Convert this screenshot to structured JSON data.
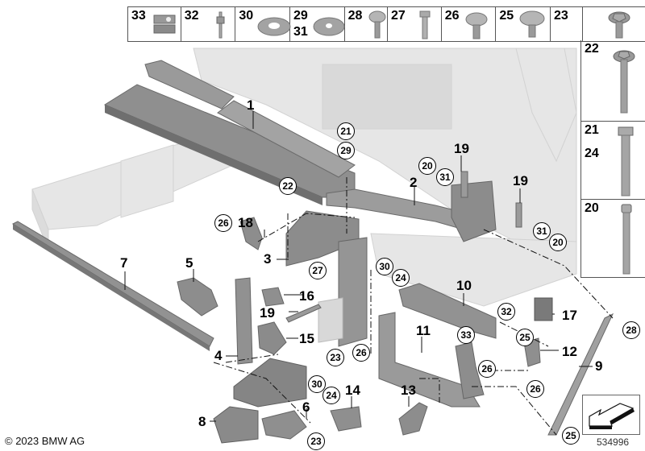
{
  "footer": {
    "copyright": "© 2023 BMW AG",
    "diagram_id": "534996"
  },
  "hardware_row": [
    {
      "number": "33",
      "icon": "cage-nut-icon"
    },
    {
      "number": "32",
      "icon": "blind-rivet-icon"
    },
    {
      "number": "30",
      "icon": "washer-icon"
    },
    {
      "number": "29",
      "number2": "31",
      "icon": "washer-icon"
    },
    {
      "number": "28",
      "icon": "pan-head-screw-icon"
    },
    {
      "number": "27",
      "icon": "hex-bolt-icon"
    },
    {
      "number": "26",
      "icon": "pan-head-screw-icon"
    },
    {
      "number": "25",
      "icon": "pan-head-screw-icon"
    },
    {
      "number": "23",
      "icon": "flange-hex-bolt-icon"
    }
  ],
  "hardware_column": [
    {
      "number": "22",
      "icon": "flange-washer-bolt-icon"
    },
    {
      "number": "21",
      "number2": "24",
      "icon": "hex-bolt-icon"
    },
    {
      "number": "20",
      "icon": "socket-cap-screw-icon"
    }
  ],
  "part_labels": {
    "p1": "1",
    "p2": "2",
    "p3": "3",
    "p4": "4",
    "p5": "5",
    "p6": "6",
    "p7": "7",
    "p8": "8",
    "p9": "9",
    "p10": "10",
    "p11": "11",
    "p12": "12",
    "p13": "13",
    "p14": "14",
    "p15": "15",
    "p16": "16",
    "p17": "17",
    "p18": "18",
    "p19a": "19",
    "p19b": "19",
    "p19c": "19"
  },
  "callouts": {
    "c21": "21",
    "c29": "29",
    "c22": "22",
    "c26a": "26",
    "c20a": "20",
    "c31a": "31",
    "c31b": "31",
    "c20b": "20",
    "c27": "27",
    "c30a": "30",
    "c24a": "24",
    "c23a": "23",
    "c26b": "26",
    "c30b": "30",
    "c24b": "24",
    "c23b": "23",
    "c32": "32",
    "c25a": "25",
    "c33": "33",
    "c26c": "26",
    "c26d": "26",
    "c28": "28",
    "c25b": "25"
  },
  "colors": {
    "part_fill": "#8e8e8e",
    "part_dark": "#6f6f6f",
    "ghost_fill": "#e4e4e4",
    "ghost_stroke": "#cfcfcf"
  }
}
